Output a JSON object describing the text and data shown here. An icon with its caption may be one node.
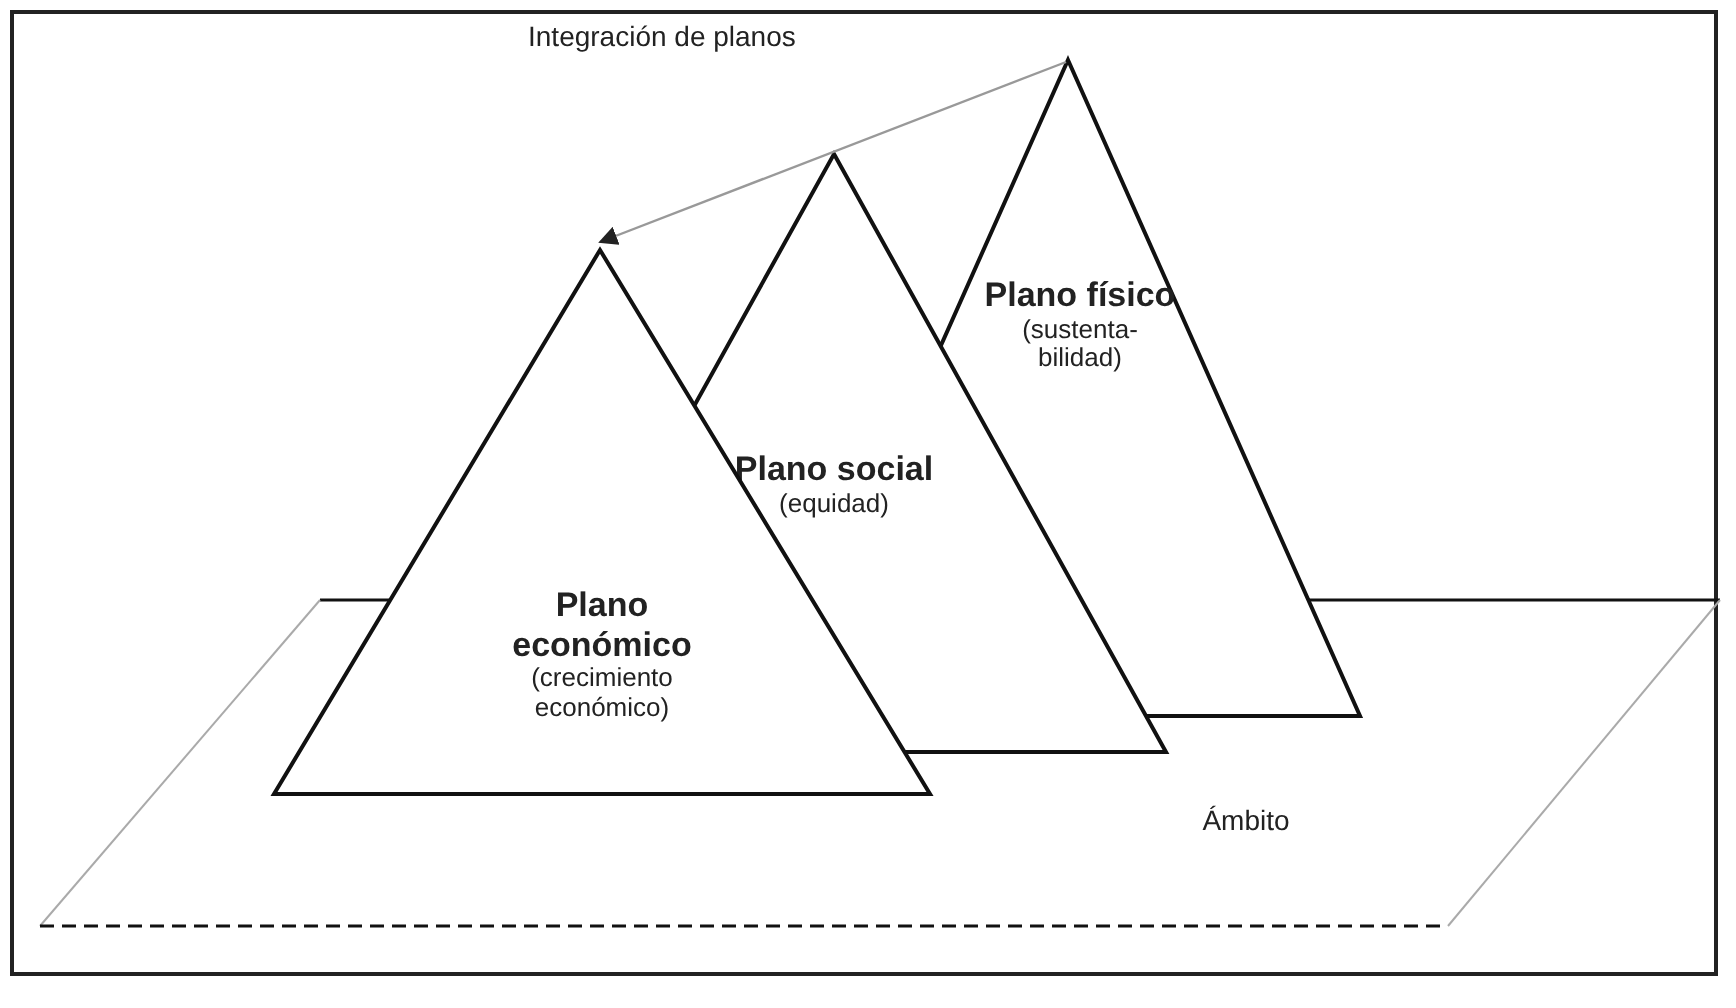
{
  "diagram": {
    "nodes": [
      {
        "text": [
          "Ámbito"
        ]
      },
      {
        "text": [
          "Plano físico",
          "(sustenta-bilidad)"
        ]
      },
      {
        "text": [
          "Plano social",
          "(equidad)"
        ]
      },
      {
        "text": [
          "Plano económico",
          "(crecimiento económico)"
        ]
      }
    ],
    "edges": [
      {
        "from": 1,
        "to": 3,
        "arrow": "to",
        "label": "Integración de planos",
        "color": "#999999"
      }
    ]
  }
}
